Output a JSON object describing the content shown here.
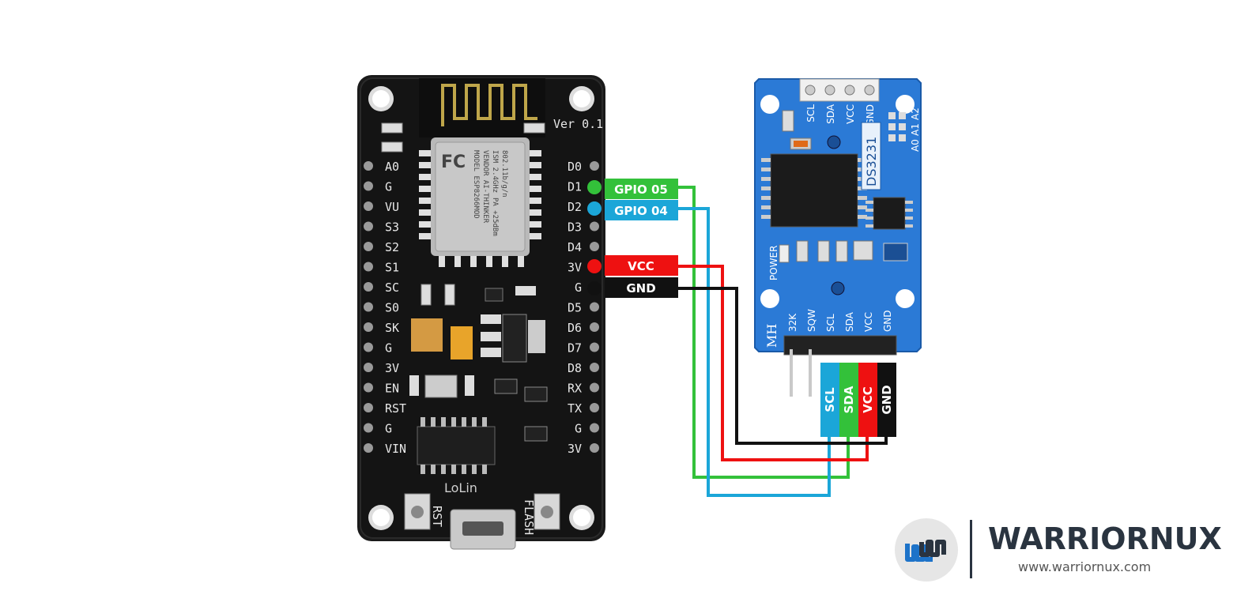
{
  "nodemcu": {
    "version": "Ver 0.1",
    "brand": "LoLin",
    "module_text": [
      "MODEL ESP8266MOD",
      "VENDOR AI-THINKER",
      "ISM 2.4GHz",
      "PA +25dBm",
      "802.11b/g/n"
    ],
    "left_pins": [
      "A0",
      "G",
      "VU",
      "S3",
      "S2",
      "S1",
      "SC",
      "S0",
      "SK",
      "G",
      "3V",
      "EN",
      "RST",
      "G",
      "VIN"
    ],
    "right_pins": [
      "D0",
      "D1",
      "D2",
      "D3",
      "D4",
      "3V",
      "G",
      "D5",
      "D6",
      "D7",
      "D8",
      "RX",
      "TX",
      "G",
      "3V"
    ],
    "buttons": [
      "RST",
      "FLASH"
    ]
  },
  "connections": [
    {
      "pin": "D1",
      "label": "GPIO 05",
      "color": "#33c13a",
      "rtc_pin": "SDA"
    },
    {
      "pin": "D2",
      "label": "GPIO 04",
      "color": "#1ba6d8",
      "rtc_pin": "SCL"
    },
    {
      "pin": "3V",
      "label": "VCC",
      "color": "#ee1111",
      "rtc_pin": "VCC"
    },
    {
      "pin": "G",
      "label": "GND",
      "color": "#111111",
      "rtc_pin": "GND"
    }
  ],
  "rtc": {
    "chip": "DS3231",
    "maker": "MH",
    "power_label": "POWER",
    "top_pins": [
      "SCL",
      "SDA",
      "VCC",
      "GND"
    ],
    "address_pins": [
      "A0",
      "A1",
      "A2"
    ],
    "bottom_pins": [
      "32K",
      "SQW",
      "SCL",
      "SDA",
      "VCC",
      "GND"
    ],
    "wire_tags": [
      {
        "label": "SCL",
        "color": "#1ba6d8"
      },
      {
        "label": "SDA",
        "color": "#33c13a"
      },
      {
        "label": "VCC",
        "color": "#ee1111"
      },
      {
        "label": "GND",
        "color": "#111111"
      }
    ]
  },
  "brand": {
    "name": "WARRIORNUX",
    "url": "www.warriornux.com"
  }
}
